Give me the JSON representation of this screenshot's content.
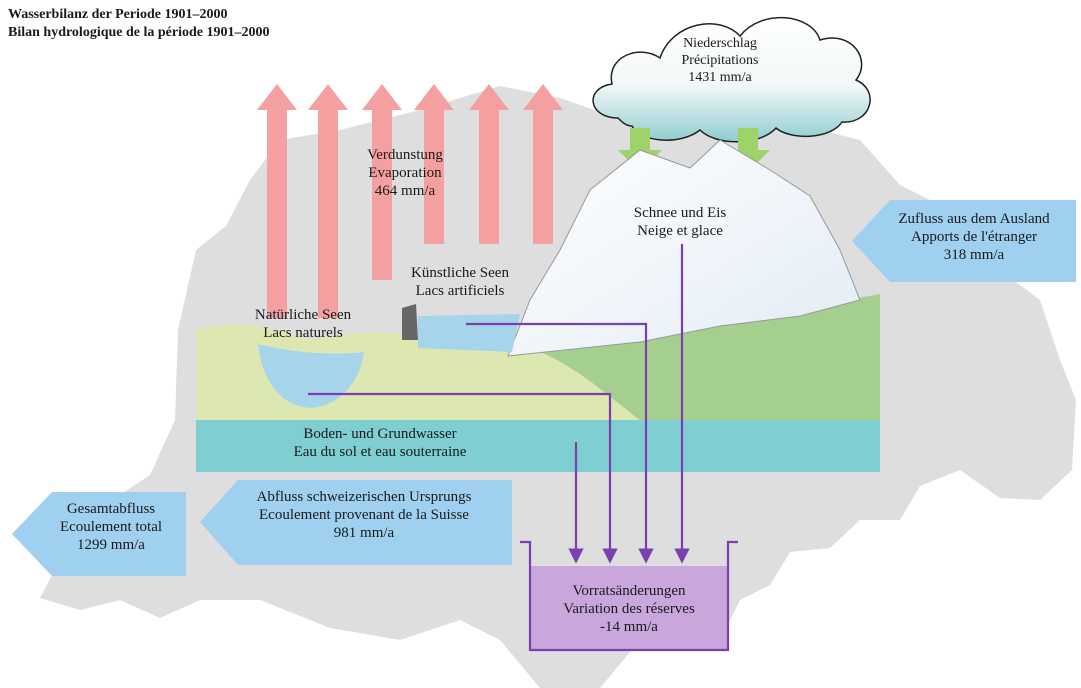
{
  "title": {
    "line1": "Wasserbilanz der Periode 1901–2000",
    "line2": "Bilan hydrologique de la période 1901–2000"
  },
  "precipitation": {
    "de": "Niederschlag",
    "fr": "Précipitations",
    "value": "1431 mm/a"
  },
  "evaporation": {
    "de": "Verdunstung",
    "fr": "Evaporation",
    "value": "464 mm/a"
  },
  "snow_ice": {
    "de": "Schnee und Eis",
    "fr": "Neige et glace"
  },
  "inflow_abroad": {
    "de": "Zufluss aus dem Ausland",
    "fr": "Apports de l'étranger",
    "value": "318 mm/a"
  },
  "artificial_lakes": {
    "de": "Künstliche Seen",
    "fr": "Lacs artificiels"
  },
  "natural_lakes": {
    "de": "Natürliche Seen",
    "fr": "Lacs naturels"
  },
  "groundwater": {
    "de": "Boden- und Grundwasser",
    "fr": "Eau du sol et eau souterraine"
  },
  "swiss_runoff": {
    "de": "Abfluss schweizerischen Ursprungs",
    "fr": "Ecoulement provenant de la Suisse",
    "value": "981 mm/a"
  },
  "total_runoff": {
    "de": "Gesamtabfluss",
    "fr": "Ecoulement total",
    "value": "1299 mm/a"
  },
  "storage_change": {
    "de": "Vorratsänderungen",
    "fr": "Variation des réserves",
    "value": "-14 mm/a"
  },
  "colors": {
    "evaporation_arrow": "#f4a0a0",
    "precip_arrow": "#9ed36a",
    "flow_line": "#7b3fb0",
    "info_box": "#9fd0ef",
    "groundwater_band": "#7fcfd2",
    "reservoir": "#c9a6dc",
    "map_shape": "#dedede"
  }
}
